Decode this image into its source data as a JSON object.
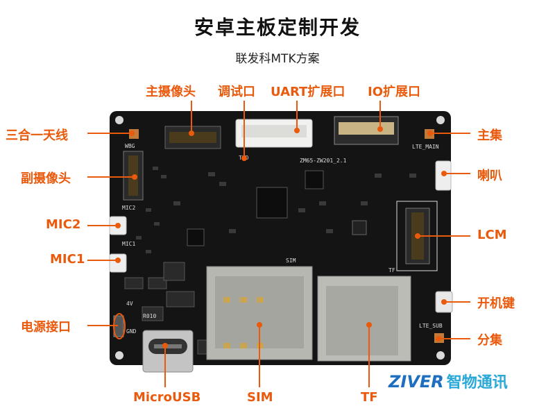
{
  "title": "安卓主板定制开发",
  "subtitle": "联发科MTK方案",
  "labels": {
    "main_camera": "主摄像头",
    "debug_port": "调试口",
    "uart_port": "UART扩展口",
    "io_port": "IO扩展口",
    "antenna": "三合一天线",
    "main_set": "主集",
    "sub_camera": "副摄像头",
    "speaker": "喇叭",
    "mic2": "MIC2",
    "mic1": "MIC1",
    "lcm": "LCM",
    "power_key": "开机键",
    "power_port": "电源接口",
    "diversity": "分集",
    "microusb": "MicroUSB",
    "sim": "SIM",
    "tf": "TF"
  },
  "silkscreen": {
    "model": "ZM65-ZW201_2.1",
    "wbg": "WBG",
    "lte_main": "LTE_MAIN",
    "lte_sub": "LTE_SUB",
    "mic2": "MIC2",
    "mic1": "MIC1",
    "sim": "SIM",
    "tf": "TF",
    "txd": "TXD",
    "gnd": "GND",
    "v4": "4V",
    "r010": "R010"
  },
  "brand": {
    "logo": "ZIVER",
    "name": "智物通讯"
  },
  "colors": {
    "accent": "#ea5a0c",
    "board": "#141414",
    "brand": "#1e6fc0"
  }
}
